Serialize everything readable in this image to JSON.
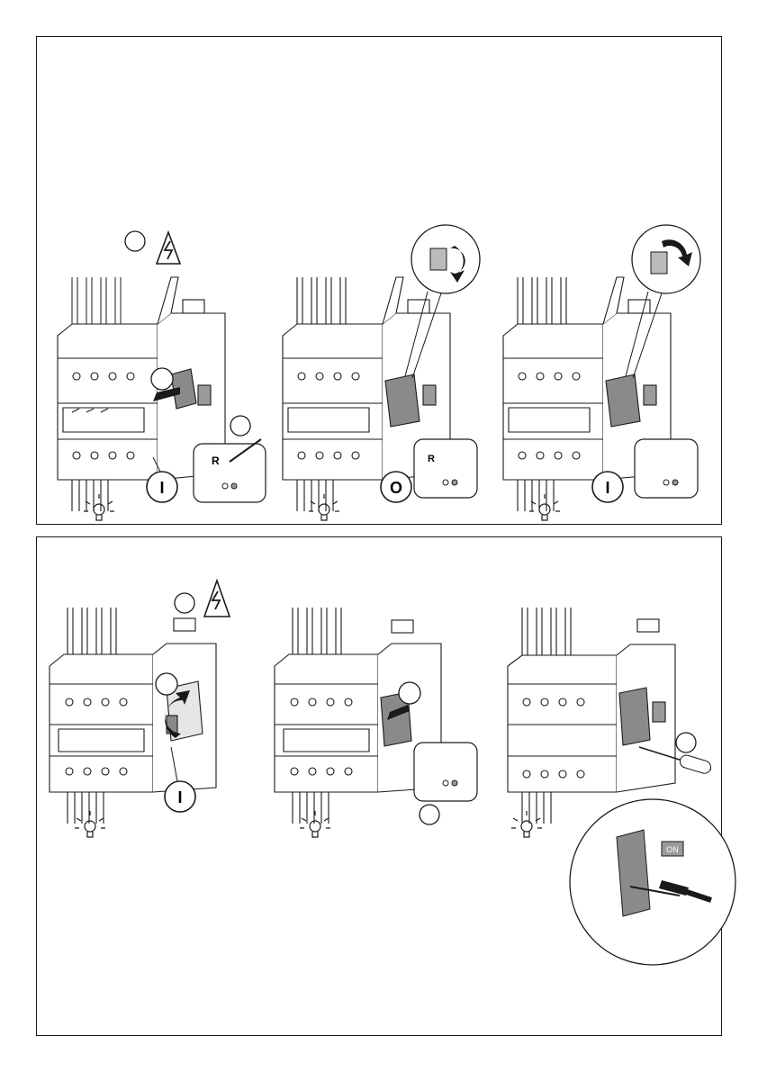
{
  "panels": [
    {
      "steps": [
        {
          "marker": "I",
          "callouts": [
            "hazard-warning-icon",
            "test-button-probe"
          ]
        },
        {
          "marker": "O",
          "callouts": [
            "lever-trip-detail"
          ]
        },
        {
          "marker": "I",
          "callouts": [
            "lever-reset-detail"
          ]
        }
      ]
    },
    {
      "steps": [
        {
          "marker": "I",
          "callouts": [
            "hazard-warning-icon",
            "lever-up-arrow"
          ]
        },
        {
          "marker": "",
          "callouts": [
            "module-slide-arrow"
          ]
        },
        {
          "marker": "",
          "callouts": [
            "screwdriver-detail"
          ]
        }
      ]
    }
  ],
  "labels": {
    "test_letter": "R",
    "module_tag": "ON",
    "indicator_letter": "R"
  },
  "colors": {
    "line": "#1a1a1a",
    "lever_fill": "#8a8a8a",
    "module_fill": "#e6e6e6",
    "tag_fill": "#9a9a9a"
  }
}
